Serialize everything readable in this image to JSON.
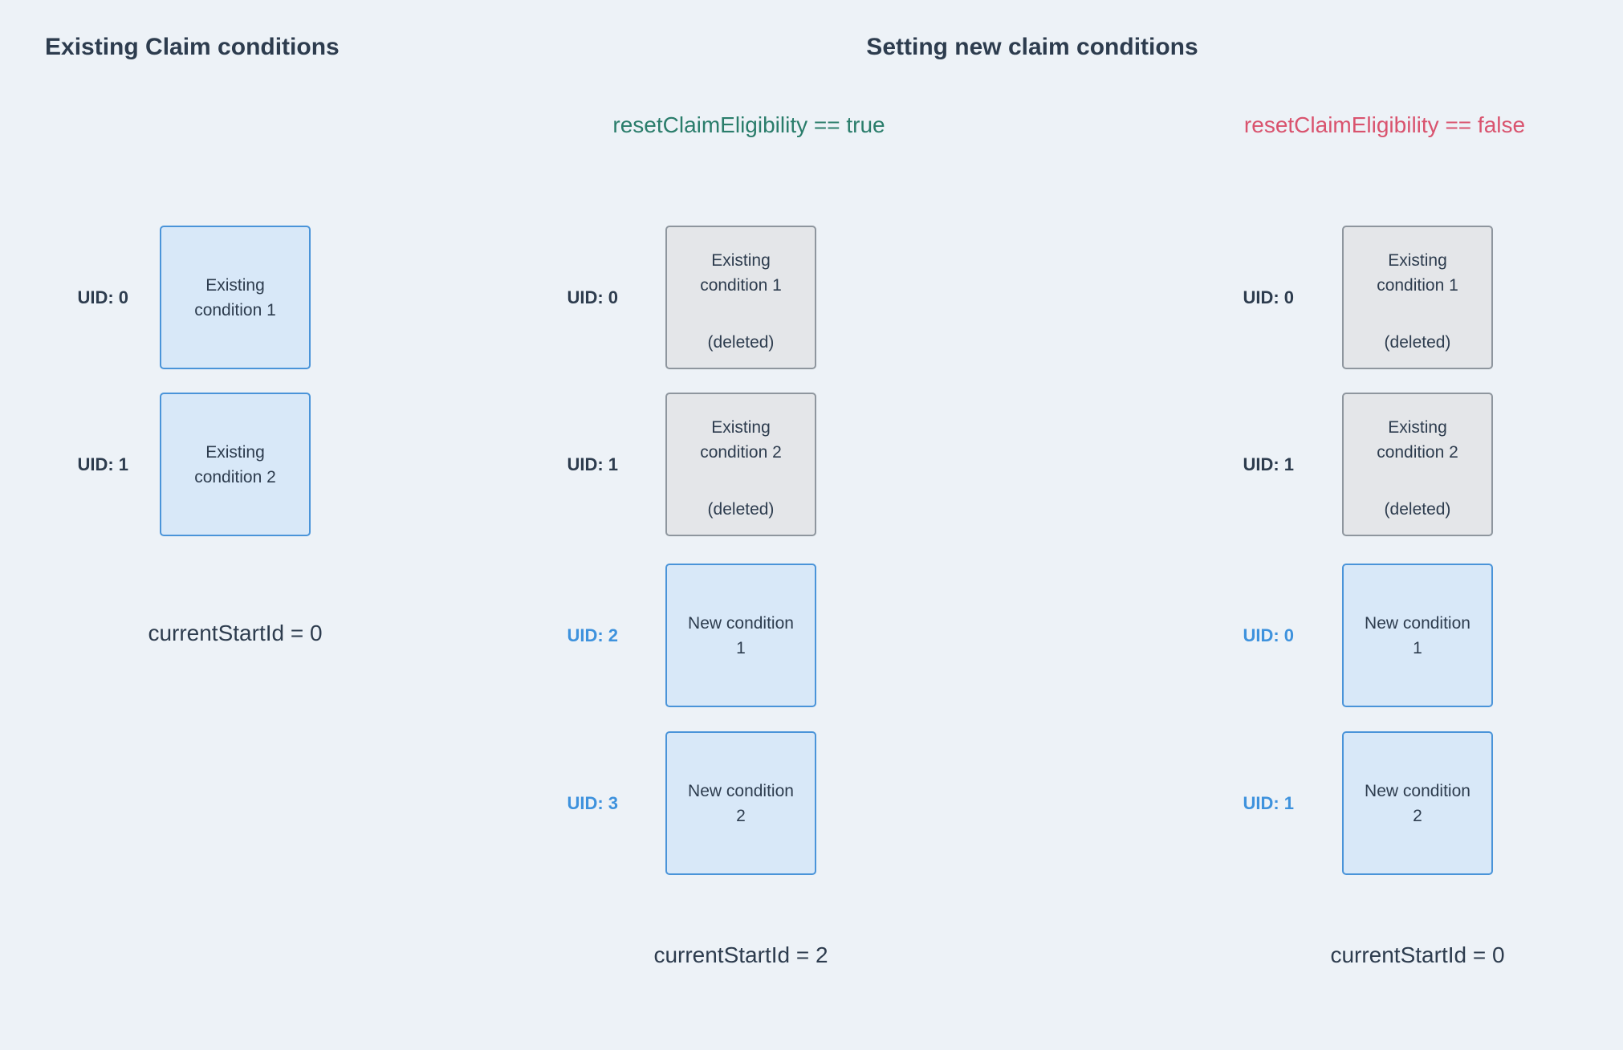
{
  "title_left": "Existing Claim conditions",
  "title_right": "Setting new claim conditions",
  "scenarios": {
    "true_label": "resetClaimEligibility == true",
    "false_label": "resetClaimEligibility == false"
  },
  "colors": {
    "background": "#edf2f7",
    "heading_text": "#2d3c4e",
    "true_green": "#2a7d6b",
    "false_red": "#d9536e",
    "uid_blue": "#3e92dd",
    "uid_dark": "#2d3c4e",
    "box_blue_fill": "#d8e8f8",
    "box_blue_border": "#4a94d9",
    "box_gray_fill": "#e4e6e9",
    "box_gray_border": "#8e969e"
  },
  "columns": [
    {
      "footer": "currentStartId = 0",
      "rows": [
        {
          "uid": "UID: 0",
          "line1": "Existing",
          "line2": "condition 1",
          "deleted": ""
        },
        {
          "uid": "UID: 1",
          "line1": "Existing",
          "line2": "condition 2",
          "deleted": ""
        }
      ]
    },
    {
      "footer": "currentStartId = 2",
      "rows": [
        {
          "uid": "UID: 0",
          "line1": "Existing",
          "line2": "condition 1",
          "deleted": "(deleted)"
        },
        {
          "uid": "UID: 1",
          "line1": "Existing",
          "line2": "condition 2",
          "deleted": "(deleted)"
        },
        {
          "uid": "UID: 2",
          "line1": "New condition",
          "line2": "1",
          "deleted": ""
        },
        {
          "uid": "UID: 3",
          "line1": "New condition",
          "line2": "2",
          "deleted": ""
        }
      ]
    },
    {
      "footer": "currentStartId = 0",
      "rows": [
        {
          "uid": "UID: 0",
          "line1": "Existing",
          "line2": "condition 1",
          "deleted": "(deleted)"
        },
        {
          "uid": "UID: 1",
          "line1": "Existing",
          "line2": "condition 2",
          "deleted": "(deleted)"
        },
        {
          "uid": "UID: 0",
          "line1": "New condition",
          "line2": "1",
          "deleted": ""
        },
        {
          "uid": "UID: 1",
          "line1": "New condition",
          "line2": "2",
          "deleted": ""
        }
      ]
    }
  ]
}
